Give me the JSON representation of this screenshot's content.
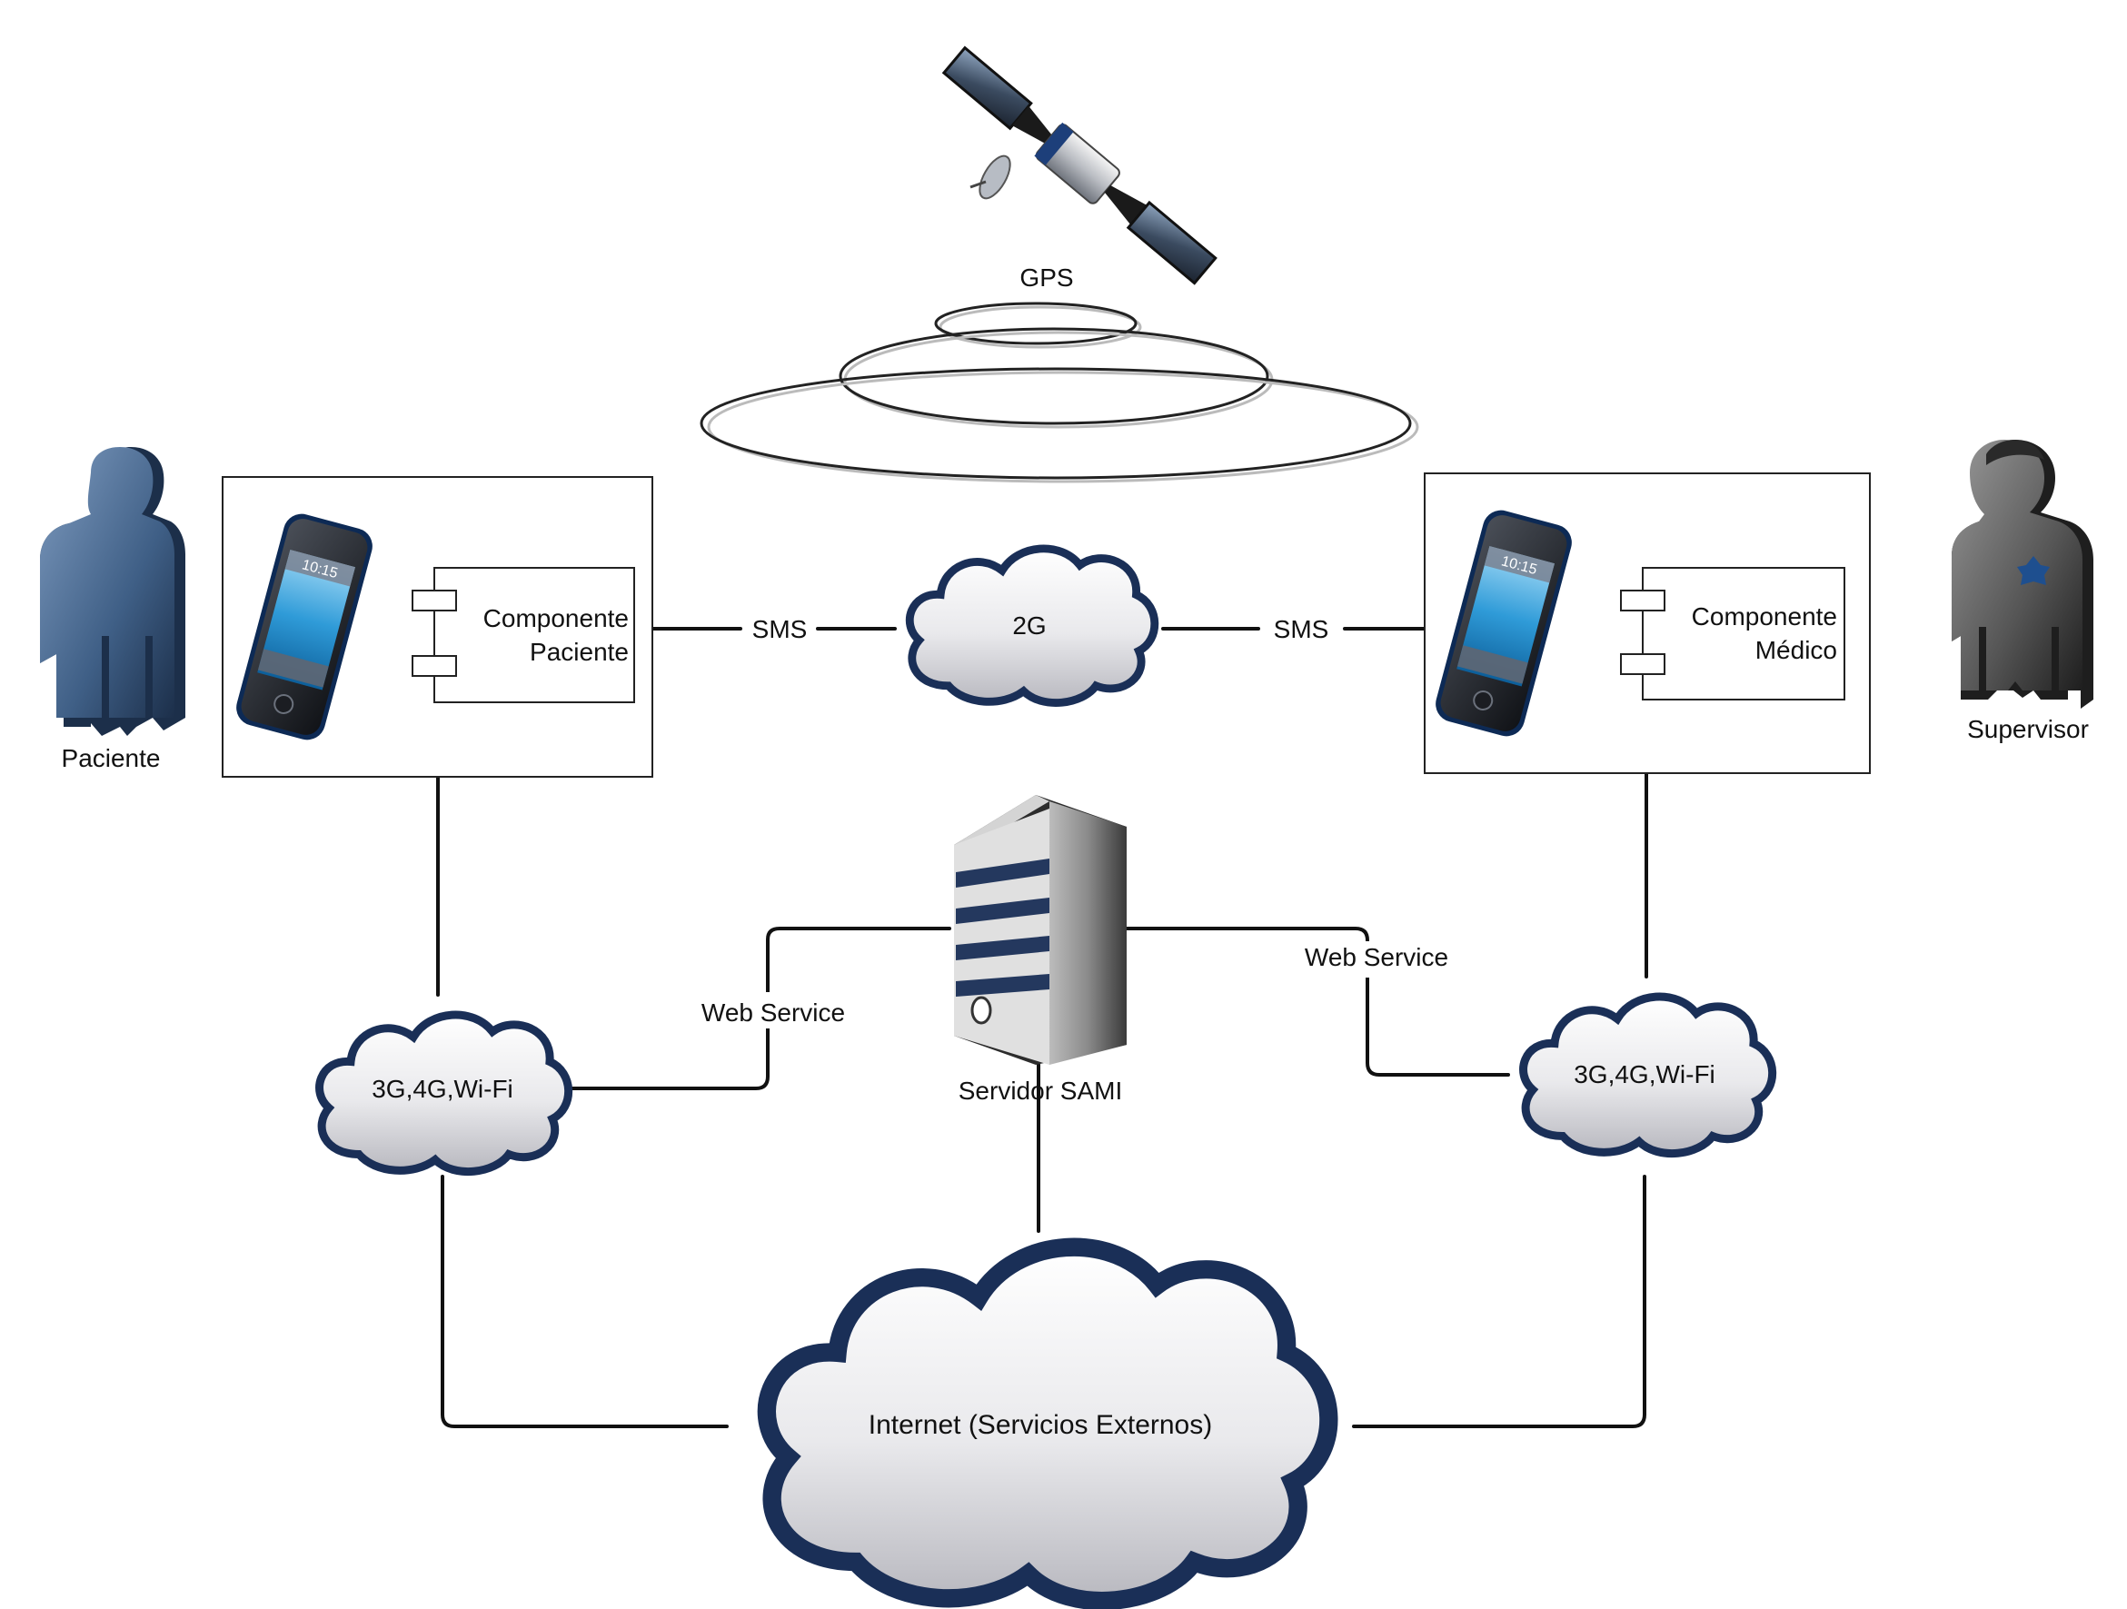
{
  "diagram": {
    "gps_label": "GPS",
    "patient": {
      "actor_label": "Paciente",
      "component_label_line1": "Componente",
      "component_label_line2": "Paciente",
      "phone_time": "10:15"
    },
    "doctor": {
      "actor_label": "Supervisor",
      "component_label_line1": "Componente",
      "component_label_line2": "Médico",
      "phone_time": "10:15"
    },
    "network_2g_label": "2G",
    "sms_left_label": "SMS",
    "sms_right_label": "SMS",
    "server_label": "Servidor SAMI",
    "web_service_left_label": "Web Service",
    "web_service_right_label": "Web Service",
    "cloud_left_label": "3G,4G,Wi-Fi",
    "cloud_right_label": "3G,4G,Wi-Fi",
    "internet_label": "Internet (Servicios Externos)"
  },
  "colors": {
    "cloud_outline": "#1a2f57",
    "phone_screen": "#2f9bd8",
    "patient_figure": "#3f5f86",
    "supervisor_figure": "#555555",
    "supervisor_badge": "#1e4f8f"
  }
}
